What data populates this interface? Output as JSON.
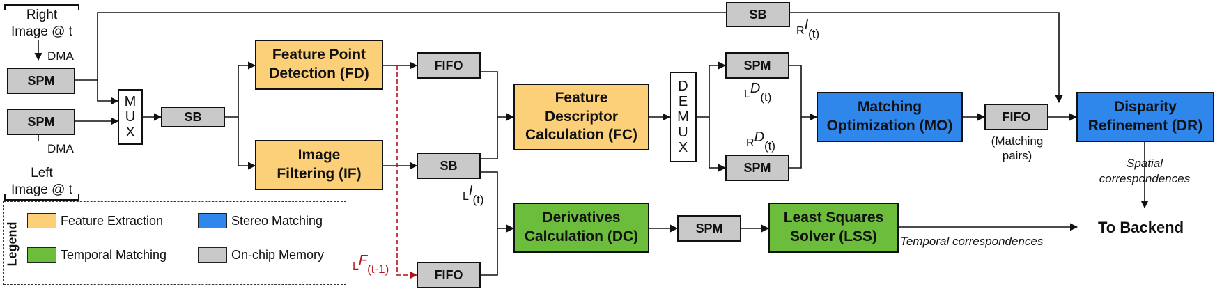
{
  "inputs": {
    "right_image": "Right\nImage @ t",
    "left_image": "Left\nImage @ t",
    "dma": "DMA"
  },
  "blocks": {
    "spm_right": "SPM",
    "spm_left": "SPM",
    "mux": [
      "M",
      "U",
      "X"
    ],
    "sb_mux": "SB",
    "sb_top": "SB",
    "fd": "Feature Point\nDetection (FD)",
    "if": "Image\nFiltering (IF)",
    "fifo_fd": "FIFO",
    "sb_if": "SB",
    "fifo_bottom": "FIFO",
    "fc": "Feature\nDescriptor\nCalculation (FC)",
    "demux": [
      "D",
      "E",
      "M",
      "U",
      "X"
    ],
    "spm_ld": "SPM",
    "spm_rd": "SPM",
    "mo": "Matching\nOptimization (MO)",
    "fifo_mo": "FIFO",
    "dr": "Disparity\nRefinement (DR)",
    "dc": "Derivatives\nCalculation (DC)",
    "spm_dc": "SPM",
    "lss": "Least Squares\nSolver (LSS)"
  },
  "signals": {
    "r_i": {
      "base": "R",
      "sup": "I",
      "sub": "(t)"
    },
    "l_i": {
      "base": "L",
      "sup": "I",
      "sub": "(t)"
    },
    "l_d": {
      "base": "L",
      "sup": "D",
      "sub": "(t)"
    },
    "r_d": {
      "base": "R",
      "sup": "D",
      "sub": "(t)"
    },
    "l_f": {
      "base": "L",
      "sup": "F",
      "sub": "(t-1)"
    }
  },
  "labels": {
    "matching_pairs": "(Matching\npairs)",
    "spatial": "Spatial\ncorrespondences",
    "temporal": "Temporal correspondences",
    "to_backend": "To Backend"
  },
  "legend": {
    "title": "Legend",
    "items": [
      {
        "label": "Feature Extraction",
        "color": "#fcd078"
      },
      {
        "label": "Stereo Matching",
        "color": "#2f86eb"
      },
      {
        "label": "Temporal Matching",
        "color": "#6cbd3b"
      },
      {
        "label": "On-chip Memory",
        "color": "#c9c9c9"
      }
    ]
  },
  "colors": {
    "feature_extraction": "#fcd078",
    "stereo_matching": "#2f86eb",
    "temporal_matching": "#6cbd3b",
    "memory": "#c9c9c9",
    "feedback_line": "#b0141a"
  }
}
